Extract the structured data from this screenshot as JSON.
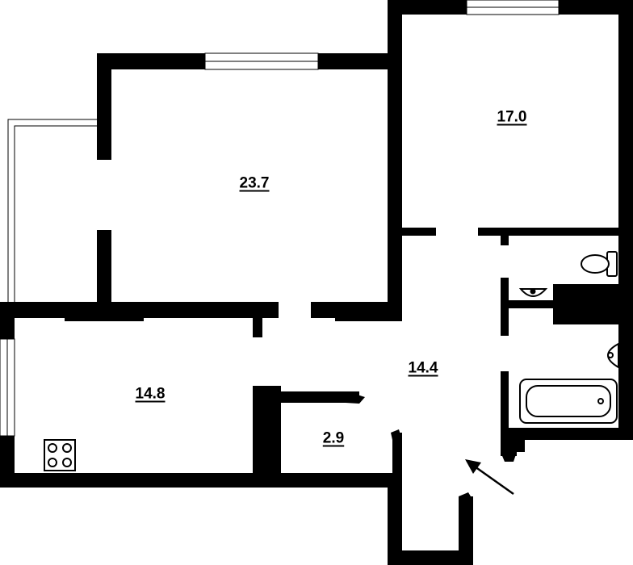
{
  "plan": {
    "rooms": [
      {
        "id": "living-room",
        "area": "23.7"
      },
      {
        "id": "bedroom",
        "area": "17.0"
      },
      {
        "id": "kitchen",
        "area": "14.8"
      },
      {
        "id": "hallway",
        "area": "14.4"
      },
      {
        "id": "storage",
        "area": "2.9"
      }
    ],
    "colors": {
      "wall": "#000000",
      "background": "#ffffff",
      "fixture_stroke": "#000000"
    }
  }
}
